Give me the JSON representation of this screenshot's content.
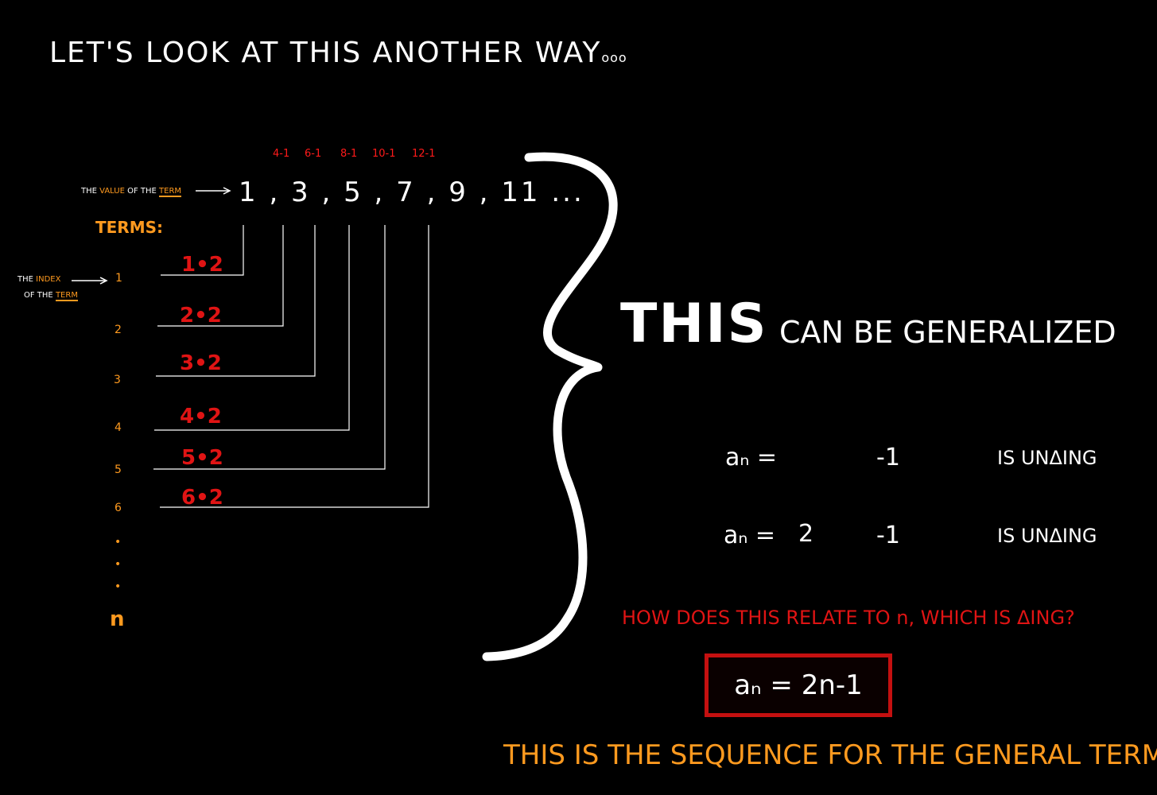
{
  "title": {
    "text": "LET'S LOOK AT THIS ANOTHER WAY",
    "dots": "ooo"
  },
  "sequence": {
    "values": "1 , 3 , 5 , 7 , 9 , 11 ...",
    "above_labels": [
      "4-1",
      "6-1",
      "8-1",
      "10-1",
      "12-1"
    ]
  },
  "value_note": {
    "the": "THE",
    "value": "VALUE",
    "of_the": "OF THE",
    "term": "TERM"
  },
  "terms_label": "TERMS:",
  "index_note": {
    "the": "THE",
    "index": "INDEX",
    "of_the": "OF THE",
    "term": "TERM"
  },
  "indices": [
    "1",
    "2",
    "3",
    "4",
    "5",
    "6",
    "•",
    "•",
    "•",
    "n"
  ],
  "multiplications": [
    "1•2",
    "2•2",
    "3•2",
    "4•2",
    "5•2",
    "6•2"
  ],
  "heading": {
    "this": "THIS",
    "rest": "CAN BE GENERALIZED"
  },
  "formulas": [
    {
      "lhs": "aₙ  =",
      "mid": "",
      "rhs": "-1",
      "note": "IS UNΔING"
    },
    {
      "lhs": "aₙ  =",
      "mid": "2",
      "rhs": "-1",
      "note": "IS UNΔING"
    }
  ],
  "question": "HOW DOES THIS RELATE TO n, WHICH IS ΔING?",
  "answer": "aₙ  =  2n-1",
  "footer": "THIS IS THE SEQUENCE FOR THE GENERAL TERM",
  "colors": {
    "background": "#000000",
    "white": "#ffffff",
    "orange": "#ff9a1f",
    "red": "#e01414",
    "box_border": "#c41010"
  }
}
